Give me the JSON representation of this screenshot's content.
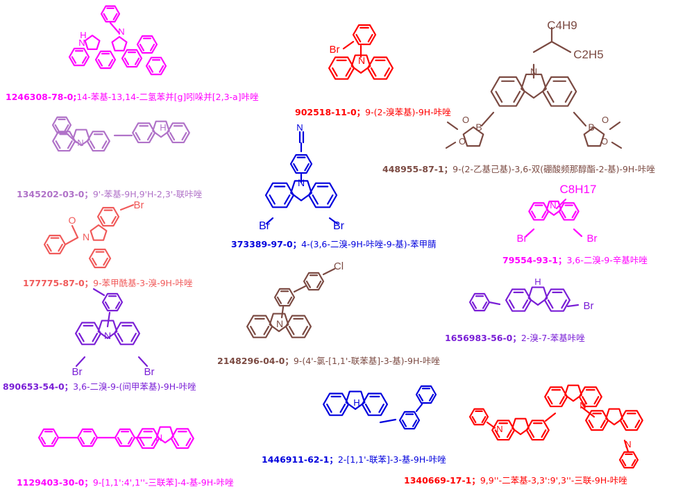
{
  "compounds": [
    {
      "id": "c1",
      "color": "#ff00ff",
      "cas": "1246308-78-0;",
      "name": "14-苯基-13,14-二氢苯并[g]吲哚并[2,3-a]咔唑"
    },
    {
      "id": "c2",
      "color": "#b072c8",
      "cas": "1345202-03-0；",
      "name": "9'-苯基-9H,9'H-2,3'-联咔唑"
    },
    {
      "id": "c3",
      "color": "#f05a5a",
      "cas": "177775-87-0；",
      "name": "9-苯甲酰基-3-溴-9H-咔唑"
    },
    {
      "id": "c4",
      "color": "#7a1fd6",
      "cas": "890653-54-0；",
      "name": "3,6-二溴-9-(间甲苯基)-9H-咔唑"
    },
    {
      "id": "c5",
      "color": "#ff00ff",
      "cas": "1129403-30-0；",
      "name": "9-[1,1':4',1''-三联苯]-4-基-9H-咔唑"
    },
    {
      "id": "c6",
      "color": "#ff0000",
      "cas": "902518-11-0；",
      "name": "9-(2-溴苯基)-9H-咔唑"
    },
    {
      "id": "c7",
      "color": "#0000dd",
      "cas": "373389-97-0；",
      "name": "4-(3,6-二溴-9H-咔唑-9-基)-苯甲腈"
    },
    {
      "id": "c8",
      "color": "#7b4a42",
      "cas": "2148296-04-0；",
      "name": "9-(4'-氯-[1,1'-联苯基]-3-基)-9H-咔唑"
    },
    {
      "id": "c9",
      "color": "#0000dd",
      "cas": "1446911-62-1；",
      "name": "2-[1,1'-联苯]-3-基-9H-咔唑"
    },
    {
      "id": "c10",
      "color": "#7b4a42",
      "cas": "448955-87-1；",
      "name": "9-(2-乙基己基)-3,6-双(硼酸频那醇酯-2-基)-9H-咔唑"
    },
    {
      "id": "c11",
      "color": "#ff00ff",
      "cas": "79554-93-1；",
      "name": "3,6-二溴-9-辛基咔唑"
    },
    {
      "id": "c12",
      "color": "#7a1fd6",
      "cas": "1656983-56-0；",
      "name": "2-溴-7-苯基咔唑"
    },
    {
      "id": "c13",
      "color": "#ff0000",
      "cas": "1340669-17-1；",
      "name": "9,9''-二苯基-3,3':9',3''-三联-9H-咔唑"
    }
  ],
  "atoms": {
    "n": "N",
    "nh": "H",
    "br": "Br",
    "cl": "Cl",
    "b": "B",
    "o": "O",
    "c4h9": "C4H9",
    "c2h5": "C2H5",
    "c8h17": "C8H17"
  }
}
